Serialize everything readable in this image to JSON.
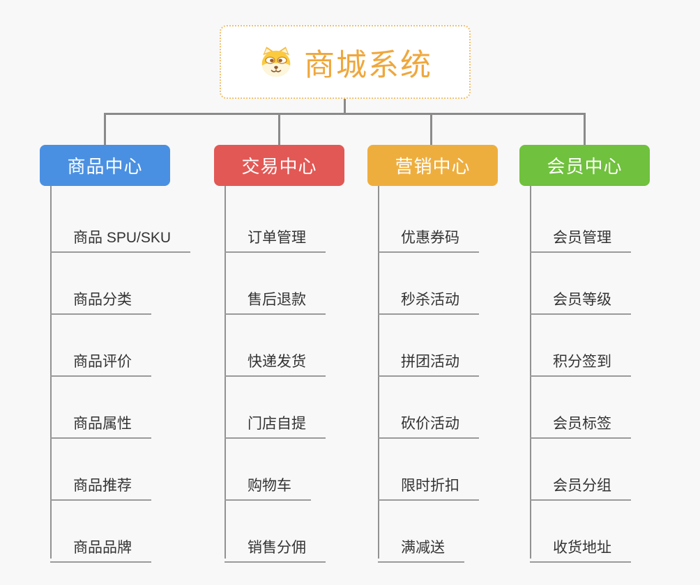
{
  "root": {
    "label": "商城系统",
    "icon": "shiba-dog-icon",
    "text_color": "#efa73c",
    "border_color": "#f0c070"
  },
  "colors": {
    "background": "#f8f8f8",
    "connector": "#8a8a8a",
    "leaf_underline": "#9a9a9a",
    "leaf_text": "#333333"
  },
  "branches": [
    {
      "label": "商品中心",
      "color": "#4a90e2",
      "children": [
        "商品 SPU/SKU",
        "商品分类",
        "商品评价",
        "商品属性",
        "商品推荐",
        "商品品牌"
      ]
    },
    {
      "label": "交易中心",
      "color": "#e25855",
      "children": [
        "订单管理",
        "售后退款",
        "快递发货",
        "门店自提",
        "购物车",
        "销售分佣"
      ]
    },
    {
      "label": "营销中心",
      "color": "#eeae3e",
      "children": [
        "优惠券码",
        "秒杀活动",
        "拼团活动",
        "砍价活动",
        "限时折扣",
        "满减送"
      ]
    },
    {
      "label": "会员中心",
      "color": "#70c13d",
      "children": [
        "会员管理",
        "会员等级",
        "积分签到",
        "会员标签",
        "会员分组",
        "收货地址"
      ]
    }
  ]
}
